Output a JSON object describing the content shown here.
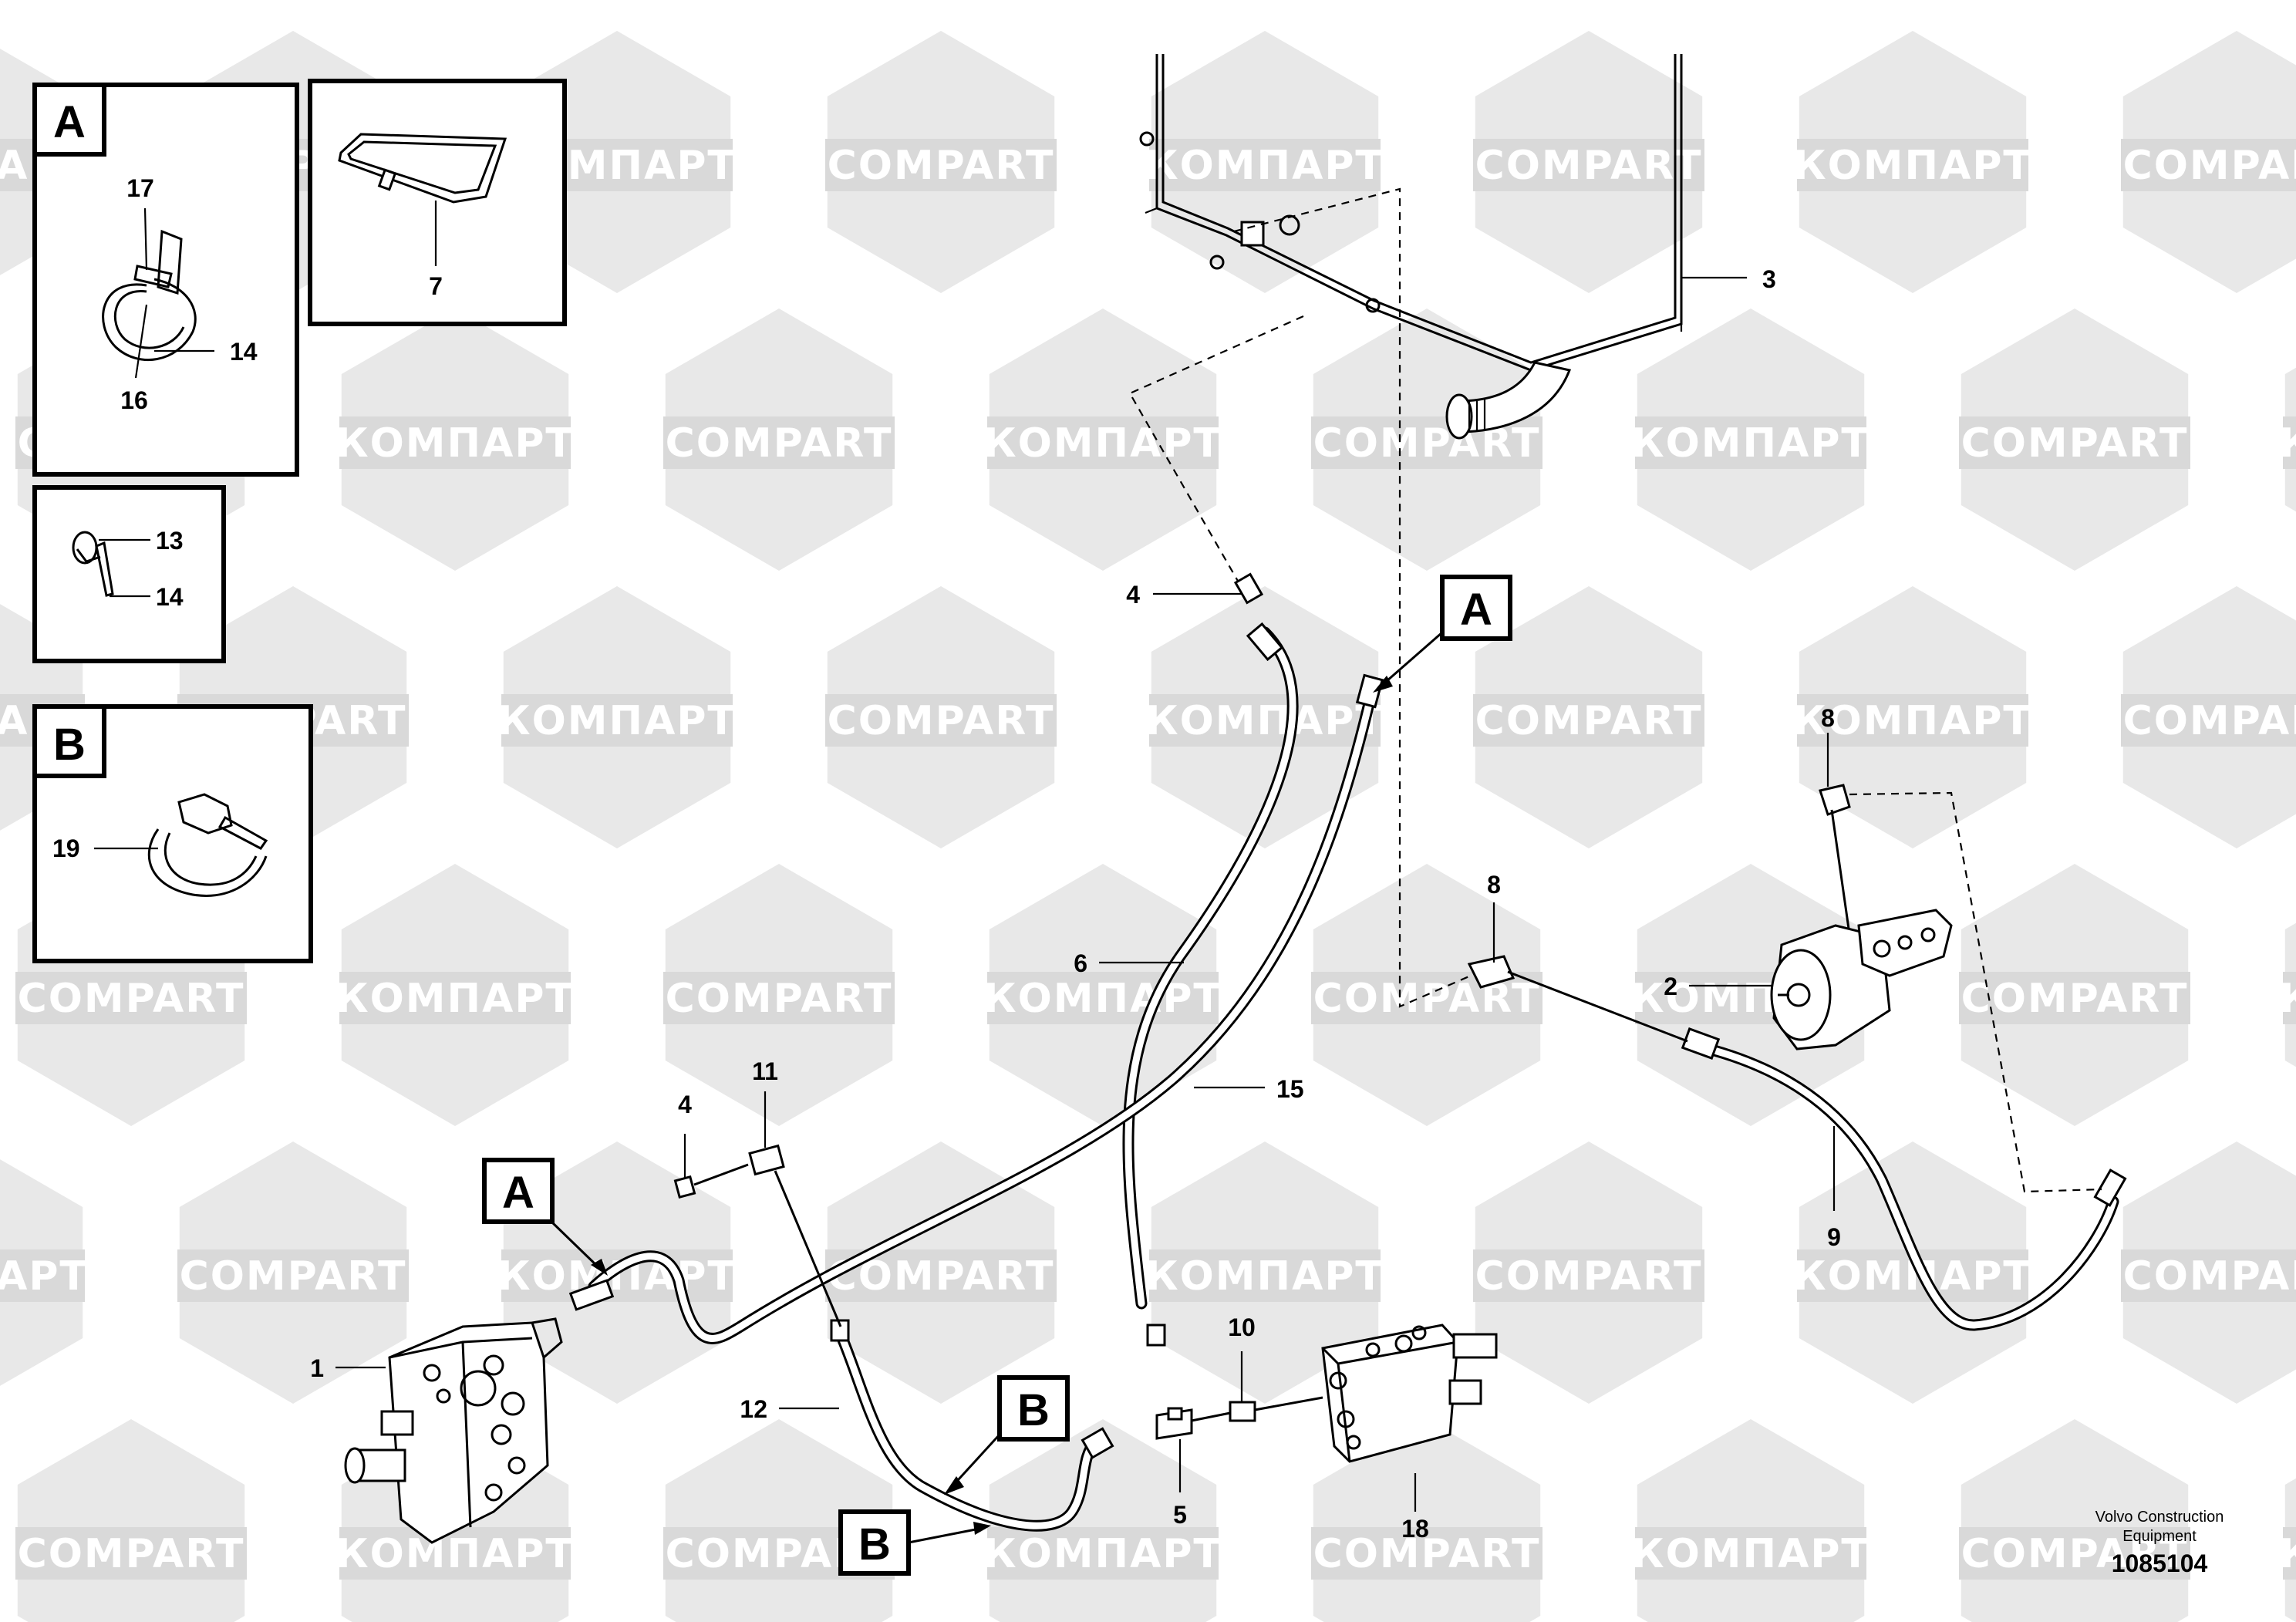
{
  "watermark": {
    "latin": "COMPART",
    "cyrillic": "КОМПАРТ",
    "band_color": "#d9d9d9",
    "hex_color": "#e8e8e8"
  },
  "detail_boxes": {
    "box_a": {
      "label": "A",
      "callouts": [
        "17",
        "14",
        "16"
      ]
    },
    "box_b": {
      "label": "B",
      "callouts": [
        "19"
      ]
    },
    "box_7": {
      "callouts": [
        "7"
      ]
    },
    "box_13": {
      "callouts": [
        "13",
        "14"
      ]
    }
  },
  "ref_markers": [
    "A",
    "A",
    "B",
    "B"
  ],
  "callouts": {
    "c1": "1",
    "c2": "2",
    "c3": "3",
    "c4a": "4",
    "c4b": "4",
    "c5": "5",
    "c6": "6",
    "c8a": "8",
    "c8b": "8",
    "c9": "9",
    "c10": "10",
    "c11": "11",
    "c12": "12",
    "c15": "15",
    "c18": "18"
  },
  "footer": {
    "maker_line1": "Volvo Construction",
    "maker_line2": "Equipment",
    "drawing_number": "1085104"
  }
}
